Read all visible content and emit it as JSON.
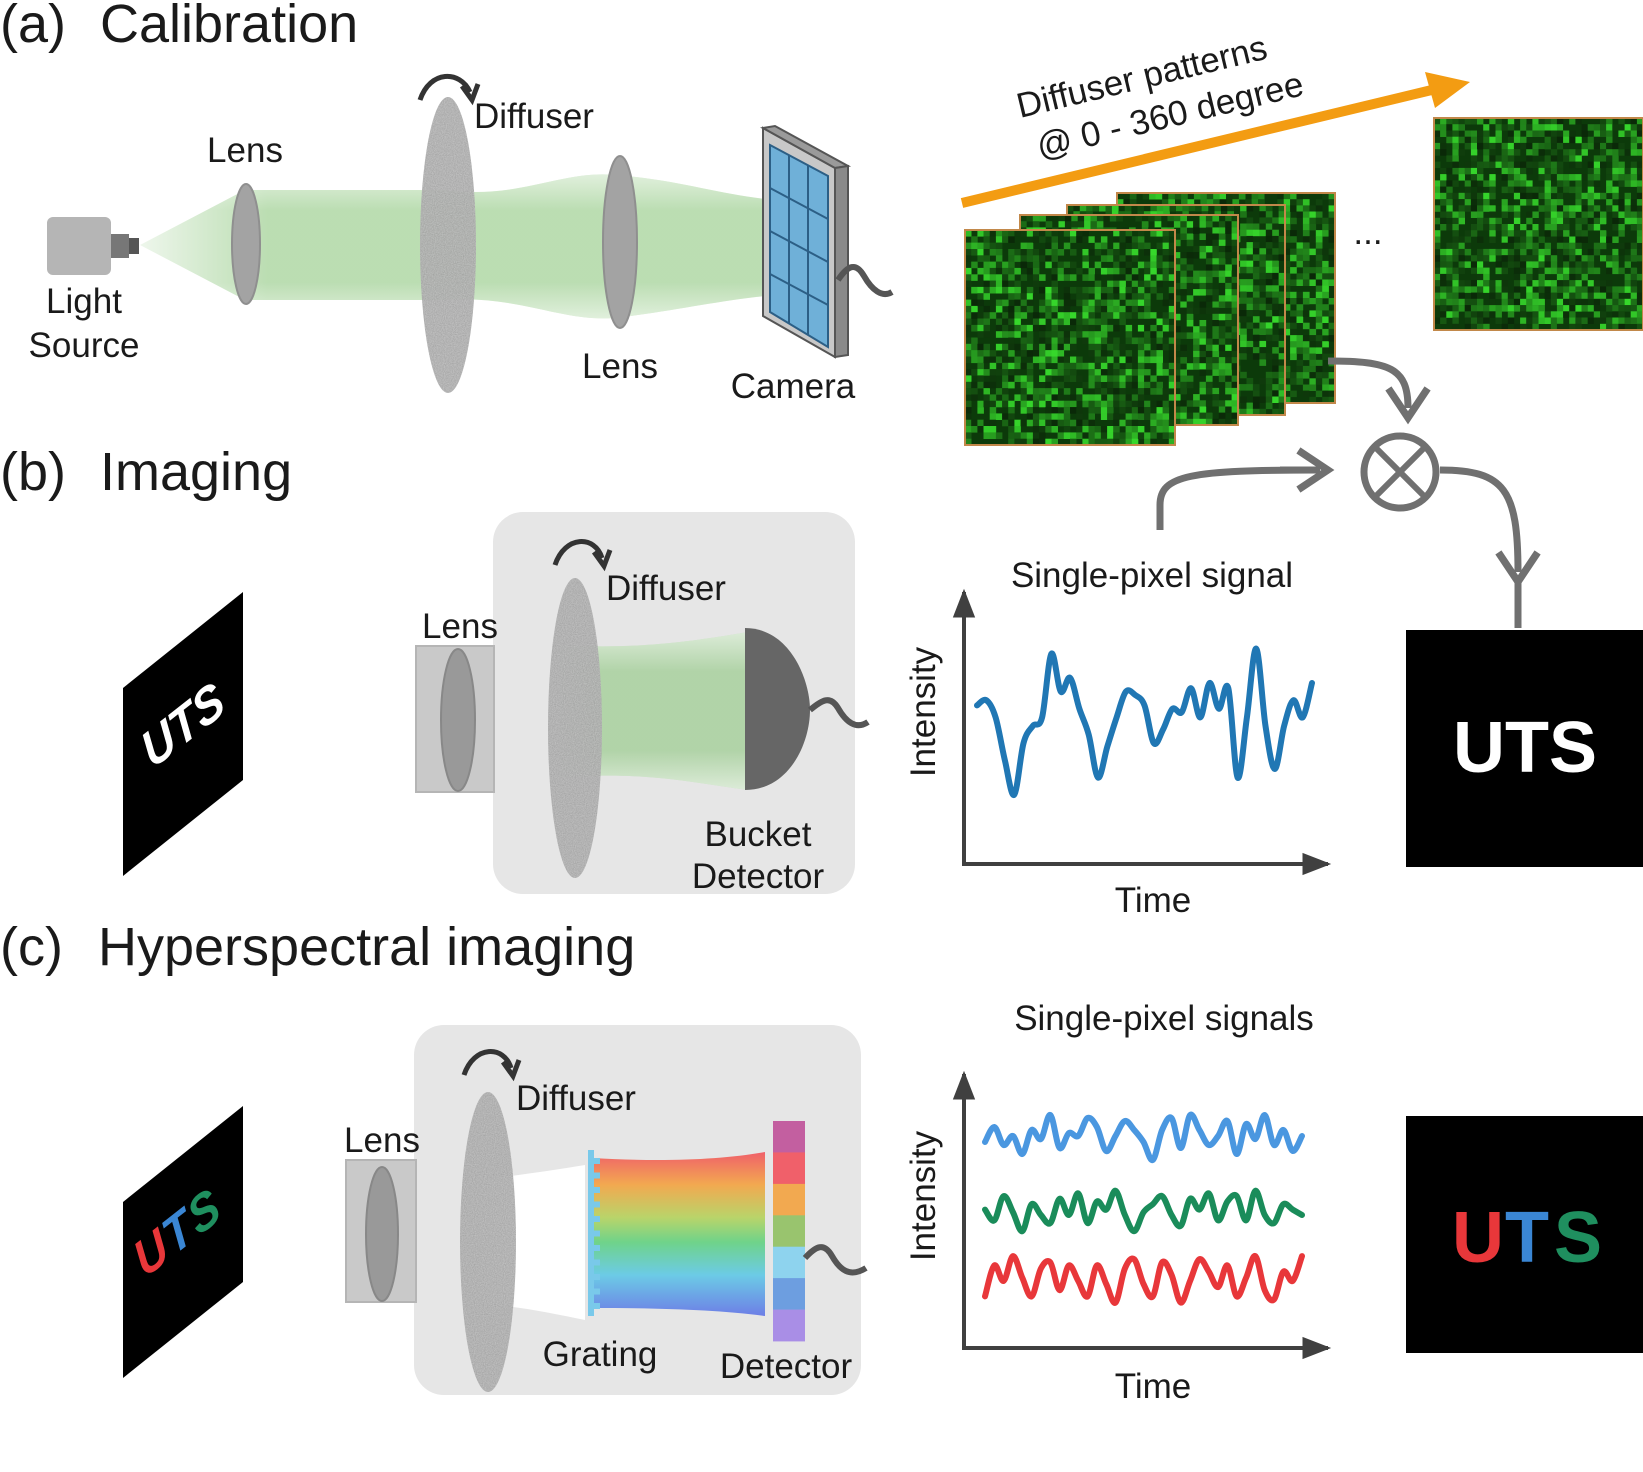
{
  "panels": {
    "a": {
      "letter": "(a)",
      "title": "Calibration"
    },
    "b": {
      "letter": "(b)",
      "title": "Imaging"
    },
    "c": {
      "letter": "(c)",
      "title": "Hyperspectral imaging"
    }
  },
  "calibration": {
    "light_source_line1": "Light",
    "light_source_line2": "Source",
    "lens_1": "Lens",
    "diffuser": "Diffuser",
    "lens_2": "Lens",
    "camera": "Camera",
    "patterns_line1": "Diffuser patterns",
    "patterns_line2": "@ 0 - 360 degree",
    "ellipsis": "..."
  },
  "imaging": {
    "object_text": "UTS",
    "lens": "Lens",
    "diffuser": "Diffuser",
    "detector_line1": "Bucket",
    "detector_line2": "Detector",
    "plot_title": "Single-pixel signal",
    "ylabel": "Intensity",
    "xlabel": "Time",
    "result_text": "UTS"
  },
  "hyperspectral": {
    "object_letters": [
      "U",
      "T",
      "S"
    ],
    "lens": "Lens",
    "diffuser": "Diffuser",
    "grating": "Grating",
    "detector": "Detector",
    "plot_title": "Single-pixel signals",
    "ylabel": "Intensity",
    "xlabel": "Time",
    "result_letters": [
      "U",
      "T",
      "S"
    ]
  },
  "colors": {
    "beam_green": "#8ec77f",
    "pattern_green": "#22b51f",
    "arrow_orange": "#f39c12",
    "signal_blue": "#2077b4",
    "signal_lightblue": "#4a97e0",
    "signal_green": "#1a8c5a",
    "signal_red": "#e8373a",
    "letter_red": "#e8373a",
    "letter_blue": "#3a86d4",
    "letter_green": "#1f8f5f",
    "spectrum": [
      "#c35fa0",
      "#f0606a",
      "#f2a950",
      "#99c46e",
      "#8ed3ee",
      "#6d9ee0",
      "#a98ee6"
    ]
  },
  "chart_data": [
    {
      "type": "line",
      "title": "Single-pixel signal",
      "xlabel": "Time",
      "ylabel": "Intensity",
      "series": [
        {
          "values": [
            0.62,
            0.65,
            0.55,
            0.3,
            0.1,
            0.4,
            0.5,
            0.55,
            0.92,
            0.7,
            0.78,
            0.6,
            0.45,
            0.2,
            0.38,
            0.55,
            0.7,
            0.68,
            0.62,
            0.4,
            0.48,
            0.6,
            0.58,
            0.72,
            0.55,
            0.75,
            0.6,
            0.72,
            0.2,
            0.55,
            0.95,
            0.5,
            0.25,
            0.5,
            0.65,
            0.55,
            0.75
          ]
        }
      ]
    },
    {
      "type": "line",
      "title": "Single-pixel signals",
      "xlabel": "Time",
      "ylabel": "Intensity",
      "series": [
        {
          "values": [
            0.5,
            0.75,
            0.45,
            0.6,
            0.3,
            0.7,
            0.55,
            0.95,
            0.4,
            0.65,
            0.6,
            0.9,
            0.75,
            0.35,
            0.6,
            0.85,
            0.7,
            0.5,
            0.2,
            0.7,
            0.9,
            0.4,
            0.95,
            0.7,
            0.45,
            0.6,
            0.85,
            0.3,
            0.8,
            0.55,
            0.95,
            0.45,
            0.7,
            0.35,
            0.6
          ]
        },
        {
          "values": [
            0.6,
            0.4,
            0.85,
            0.55,
            0.2,
            0.7,
            0.5,
            0.35,
            0.8,
            0.5,
            0.9,
            0.35,
            0.75,
            0.6,
            0.95,
            0.5,
            0.2,
            0.55,
            0.7,
            0.85,
            0.5,
            0.3,
            0.8,
            0.6,
            0.9,
            0.4,
            0.75,
            0.85,
            0.4,
            0.95,
            0.5,
            0.35,
            0.7,
            0.6,
            0.5
          ]
        },
        {
          "values": [
            0.3,
            0.8,
            0.55,
            0.95,
            0.6,
            0.3,
            0.75,
            0.85,
            0.4,
            0.8,
            0.55,
            0.3,
            0.8,
            0.5,
            0.2,
            0.75,
            0.9,
            0.5,
            0.3,
            0.85,
            0.65,
            0.2,
            0.55,
            0.9,
            0.7,
            0.45,
            0.8,
            0.3,
            0.6,
            0.95,
            0.4,
            0.25,
            0.7,
            0.55,
            0.95
          ]
        }
      ]
    }
  ]
}
